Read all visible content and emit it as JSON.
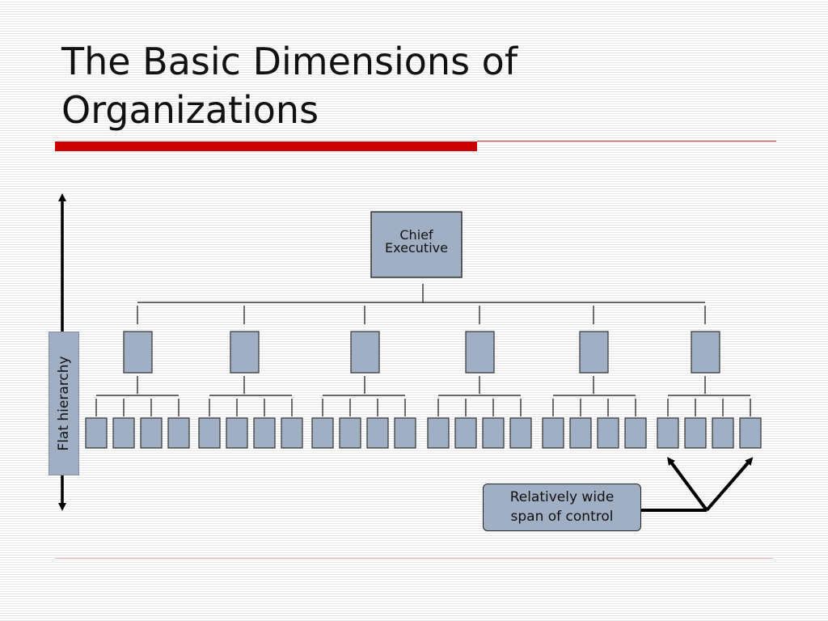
{
  "slide": {
    "title_line_1": "The Basic Dimensions of",
    "title_line_2": "Organizations"
  },
  "org_chart": {
    "top": {
      "label_line_1": "Chief",
      "label_line_2": "Executive"
    },
    "manager_count": 6,
    "subordinates_per_manager": 4,
    "hierarchy_label": "Flat hierarchy",
    "callout_line_1": "Relatively wide",
    "callout_line_2": "span of control"
  },
  "colors": {
    "box_fill": "#a1afc4",
    "box_stroke": "#333333",
    "accent_red": "#cc0000",
    "line": "#111111"
  }
}
